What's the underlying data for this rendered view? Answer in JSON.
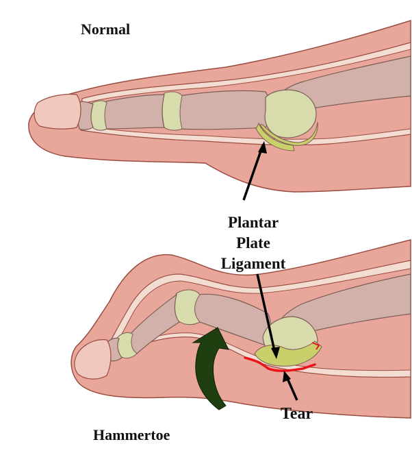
{
  "labels": {
    "normal": "Normal",
    "hammertoe": "Hammertoe",
    "ligament_line1": "Plantar",
    "ligament_line2": "Plate",
    "ligament_line3": "Ligament",
    "tear": "Tear"
  },
  "colors": {
    "skin": "#e8a79a",
    "skin_outline": "#9a4c40",
    "sheath": "#f3dcd2",
    "bone": "#d2b1aa",
    "bone_outline": "#7c5c56",
    "joint": "#d8dcac",
    "plate": "#c9cf6a",
    "tear": "#e8141a",
    "arrow": "#1f3f10",
    "pointer": "#000000"
  }
}
